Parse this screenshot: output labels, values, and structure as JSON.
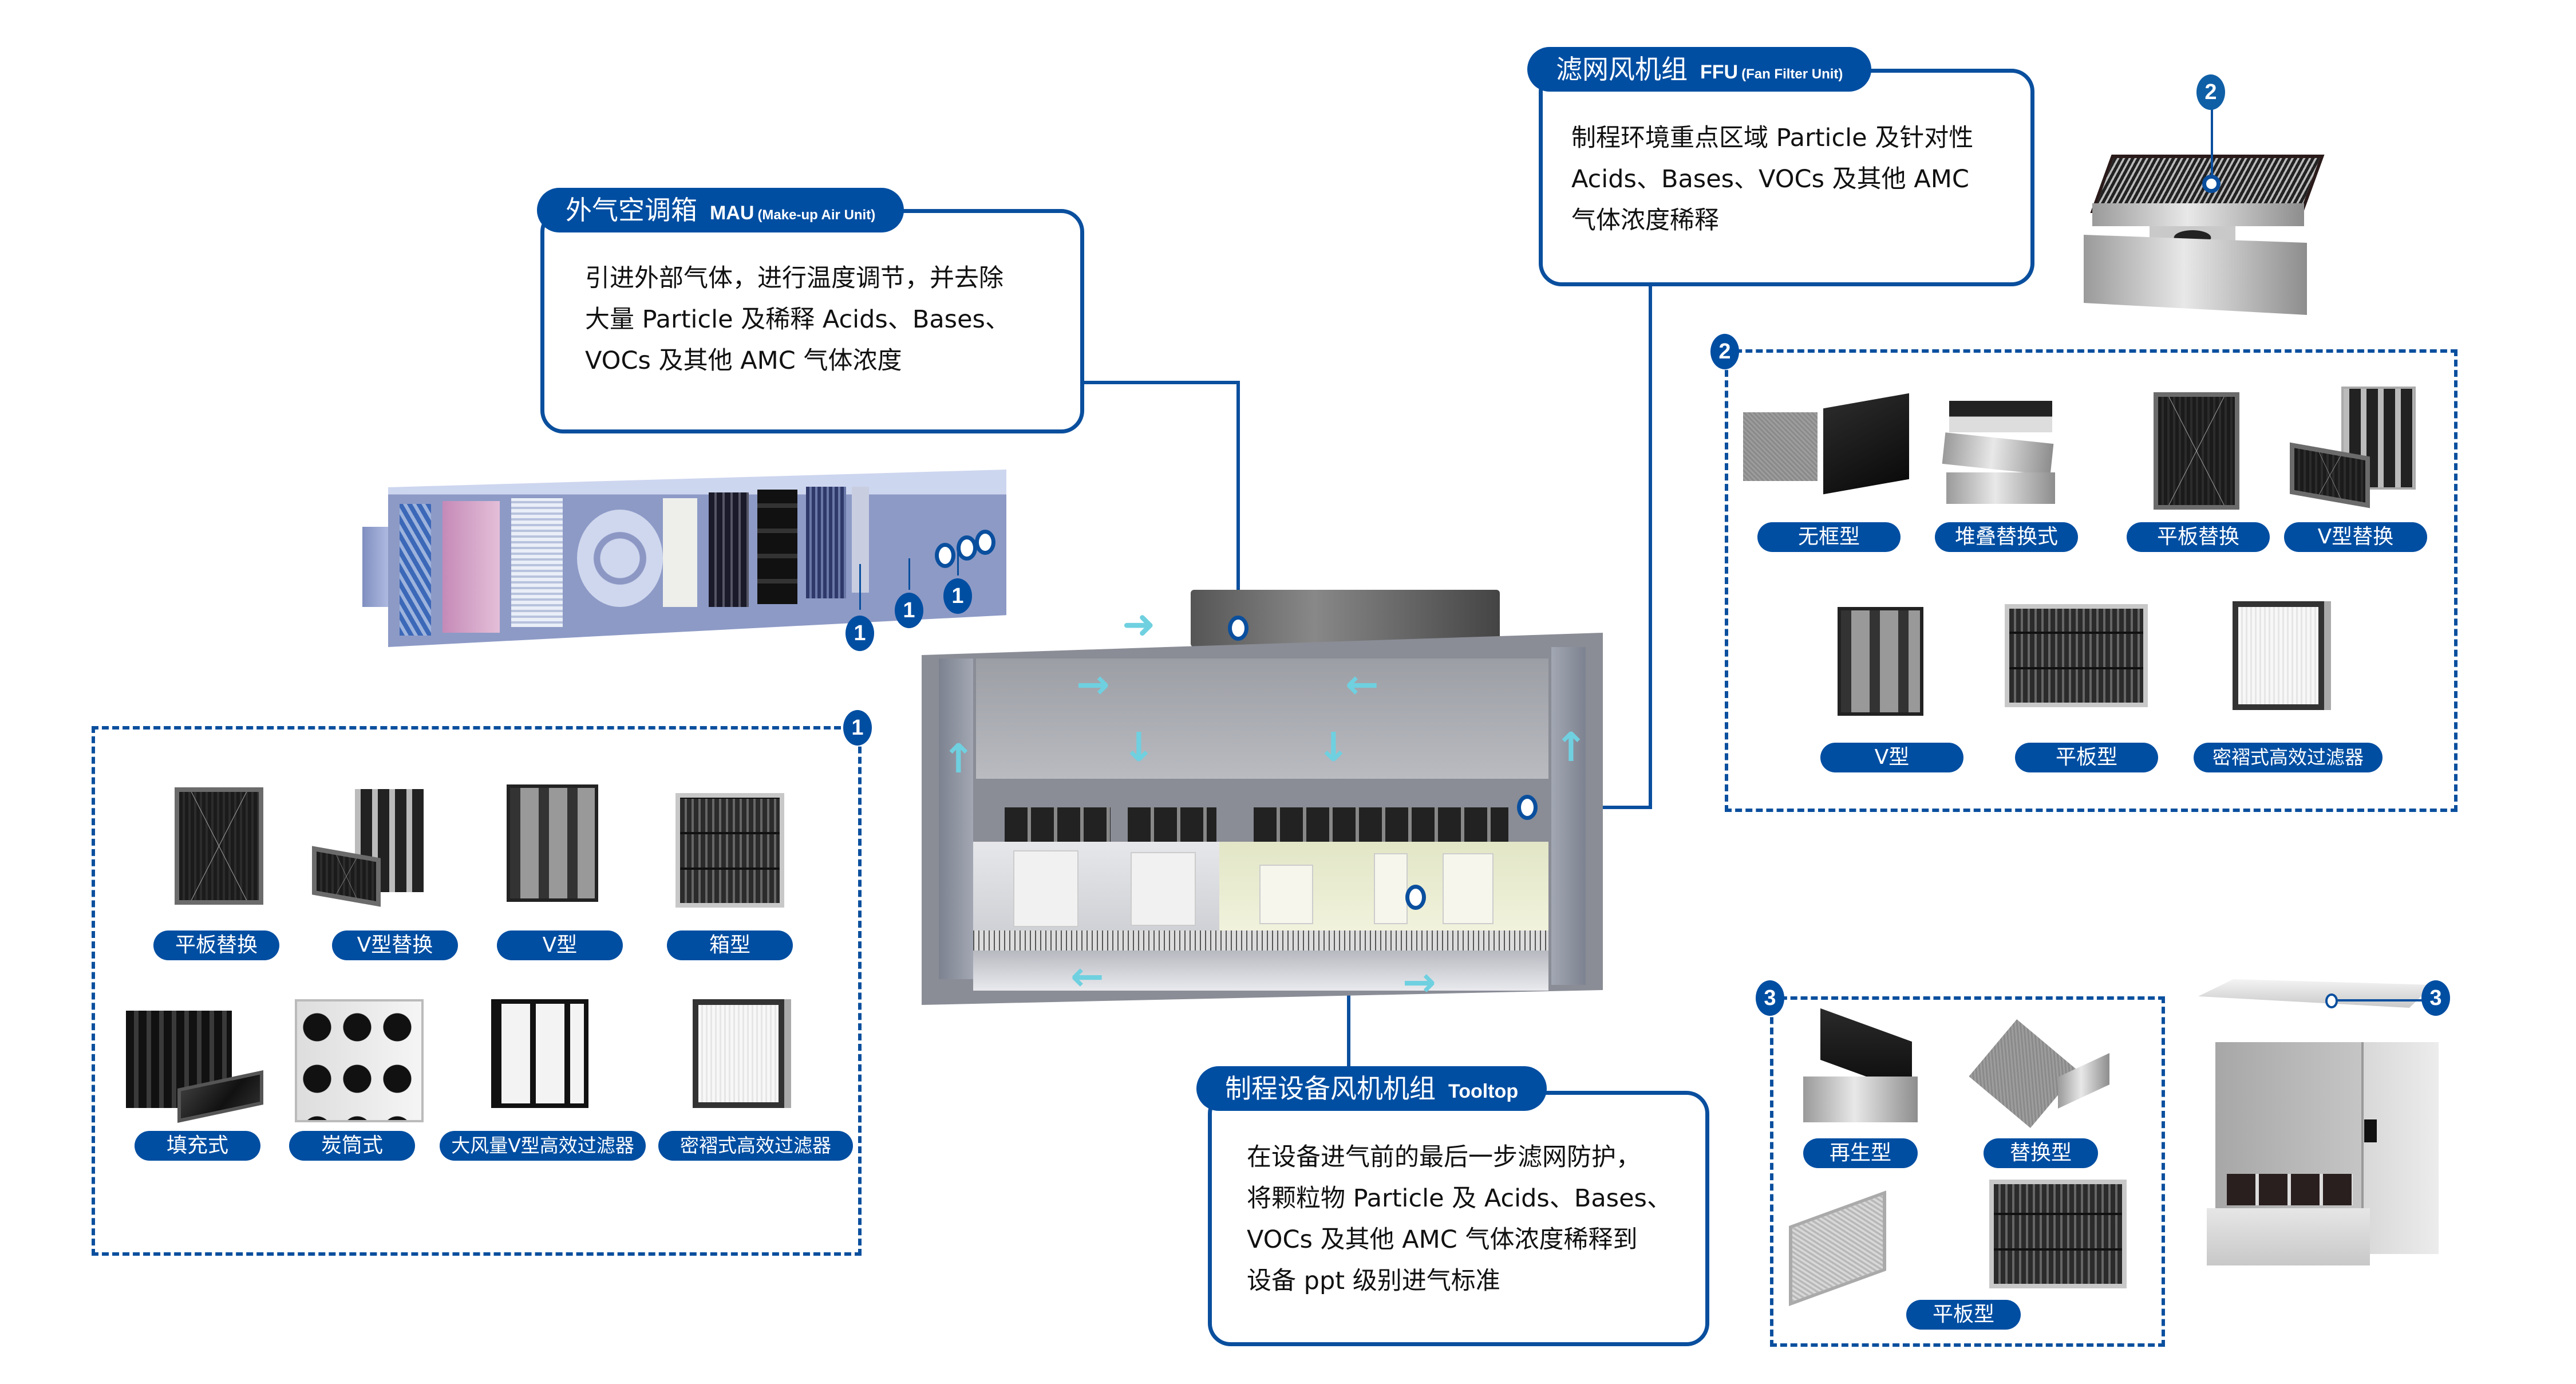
{
  "colors": {
    "brand_blue": "#004ea2",
    "line_blue": "#0a4f9e",
    "airflow_cyan": "#6fd0e0",
    "text_dark": "#111111"
  },
  "callouts": {
    "mau": {
      "title_cn": "外气空调箱",
      "title_en": "MAU",
      "title_en_sub": "(Make-up Air Unit)",
      "body": "引进外部气体，进行温度调节，并去除\n大量 Particle 及稀释 Acids、Bases、\nVOCs 及其他 AMC 气体浓度"
    },
    "ffu": {
      "title_cn": "滤网风机组",
      "title_en": "FFU",
      "title_en_sub": "(Fan Filter Unit)",
      "body": "制程环境重点区域 Particle 及针对性\nAcids、Bases、VOCs 及其他 AMC\n气体浓度稀释"
    },
    "tooltop": {
      "title_cn": "制程设备风机机组",
      "title_en": "Tooltop",
      "body": "在设备进气前的最后一步滤网防护，\n将颗粒物 Particle 及 Acids、Bases、\nVOCs 及其他 AMC 气体浓度稀释到\n设备 ppt 级别进气标准"
    }
  },
  "badges": {
    "one": "1",
    "two": "2",
    "three": "3"
  },
  "filter_groups": {
    "group1": {
      "badge": "1",
      "items": [
        {
          "label": "平板替换",
          "icon": "flat-panel-replaceable-filter"
        },
        {
          "label": "V型替换",
          "icon": "v-type-replaceable-filter"
        },
        {
          "label": "V型",
          "icon": "v-bank-filter"
        },
        {
          "label": "箱型",
          "icon": "box-type-filter"
        },
        {
          "label": "填充式",
          "icon": "packed-bed-filter"
        },
        {
          "label": "炭筒式",
          "icon": "carbon-cylinder-filter"
        },
        {
          "label": "大风量V型高效过滤器",
          "icon": "high-flow-v-hepa-filter"
        },
        {
          "label": "密褶式高效过滤器",
          "icon": "mini-pleat-hepa-filter"
        }
      ]
    },
    "group2": {
      "badge": "2",
      "items": [
        {
          "label": "无框型",
          "icon": "frameless-filter"
        },
        {
          "label": "堆叠替换式",
          "icon": "stacked-replaceable-filter"
        },
        {
          "label": "平板替换",
          "icon": "flat-panel-replaceable-filter"
        },
        {
          "label": "V型替换",
          "icon": "v-type-replaceable-filter"
        },
        {
          "label": "V型",
          "icon": "v-bank-filter"
        },
        {
          "label": "平板型",
          "icon": "flat-panel-filter"
        },
        {
          "label": "密褶式高效过滤器",
          "icon": "mini-pleat-hepa-filter"
        }
      ]
    },
    "group3": {
      "badge": "3",
      "items": [
        {
          "label": "再生型",
          "icon": "regenerable-filter"
        },
        {
          "label": "替换型",
          "icon": "replaceable-filter"
        },
        {
          "label": "平板型",
          "icon": "flat-panel-filter"
        }
      ]
    }
  },
  "illustrations": {
    "mau_unit": "make-up-air-unit-cutaway",
    "cleanroom": "cleanroom-cross-section",
    "ffu_unit": "fan-filter-unit",
    "process_tool": "process-equipment-tool"
  }
}
